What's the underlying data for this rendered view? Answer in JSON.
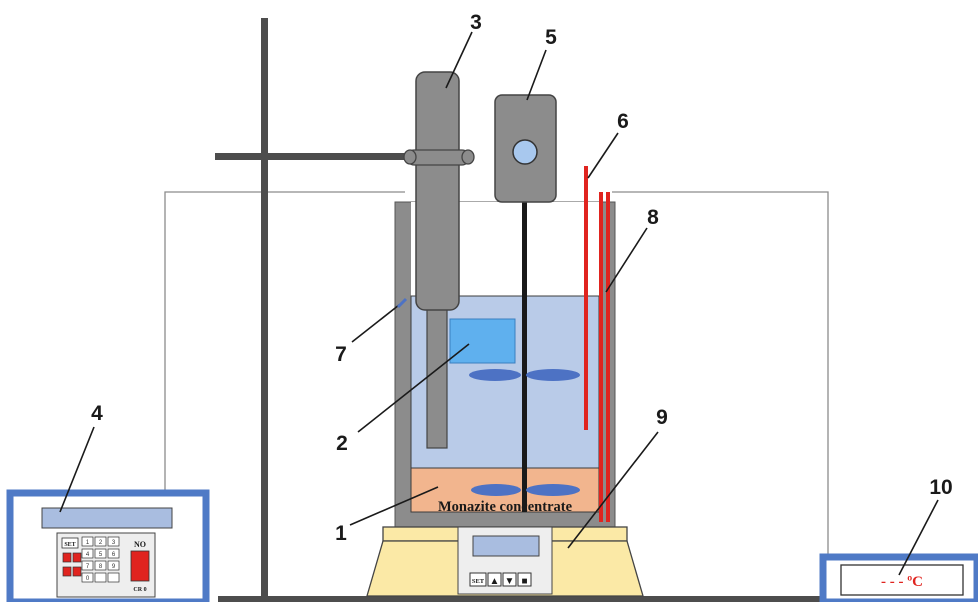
{
  "labels": {
    "n1": "1",
    "n2": "2",
    "n3": "3",
    "n4": "4",
    "n5": "5",
    "n6": "6",
    "n7": "7",
    "n8": "8",
    "n9": "9",
    "n10": "10"
  },
  "slurry_text": "Monazite concentrate",
  "thermo_display": "- - - ºC",
  "controller_keys": {
    "set": "SET",
    "no": "NO",
    "cr": "CR 0",
    "grid": [
      "1",
      "2",
      "3",
      "4",
      "5",
      "6",
      "7",
      "8",
      "9",
      "0",
      "",
      ""
    ]
  },
  "hotplate_keys": [
    "SET",
    "▲",
    "▼",
    "■"
  ],
  "colors": {
    "rod_gray": "#4d4d4d",
    "device_gray": "#8c8c8c",
    "liquid_blue": "#b9cbe8",
    "slurry_orange": "#f2b58e",
    "thermo_red": "#e0241f",
    "box_blue": "#4f7ac6",
    "hotplate_yellow": "#fbe9a6",
    "impeller_blue": "#4d72c4",
    "electrode_blue": "#5fb0ee"
  }
}
